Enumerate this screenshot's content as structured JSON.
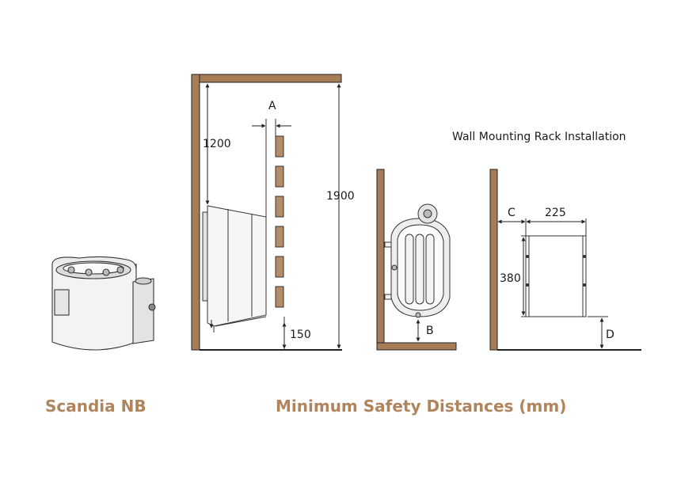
{
  "product": {
    "name": "Scandia NB"
  },
  "diagram": {
    "title": "Minimum Safety Distances (mm)",
    "rack_note": "Wall Mounting Rack Installation"
  },
  "labels": {
    "a": "A",
    "b": "B",
    "c": "C",
    "d": "D",
    "d1200": "1200",
    "d1900": "1900",
    "d150": "150",
    "d225": "225",
    "d380": "380"
  },
  "colors": {
    "wall": "#a97c58",
    "wood": "#b58b68",
    "accent": "#b0845c",
    "line": "#222222"
  }
}
